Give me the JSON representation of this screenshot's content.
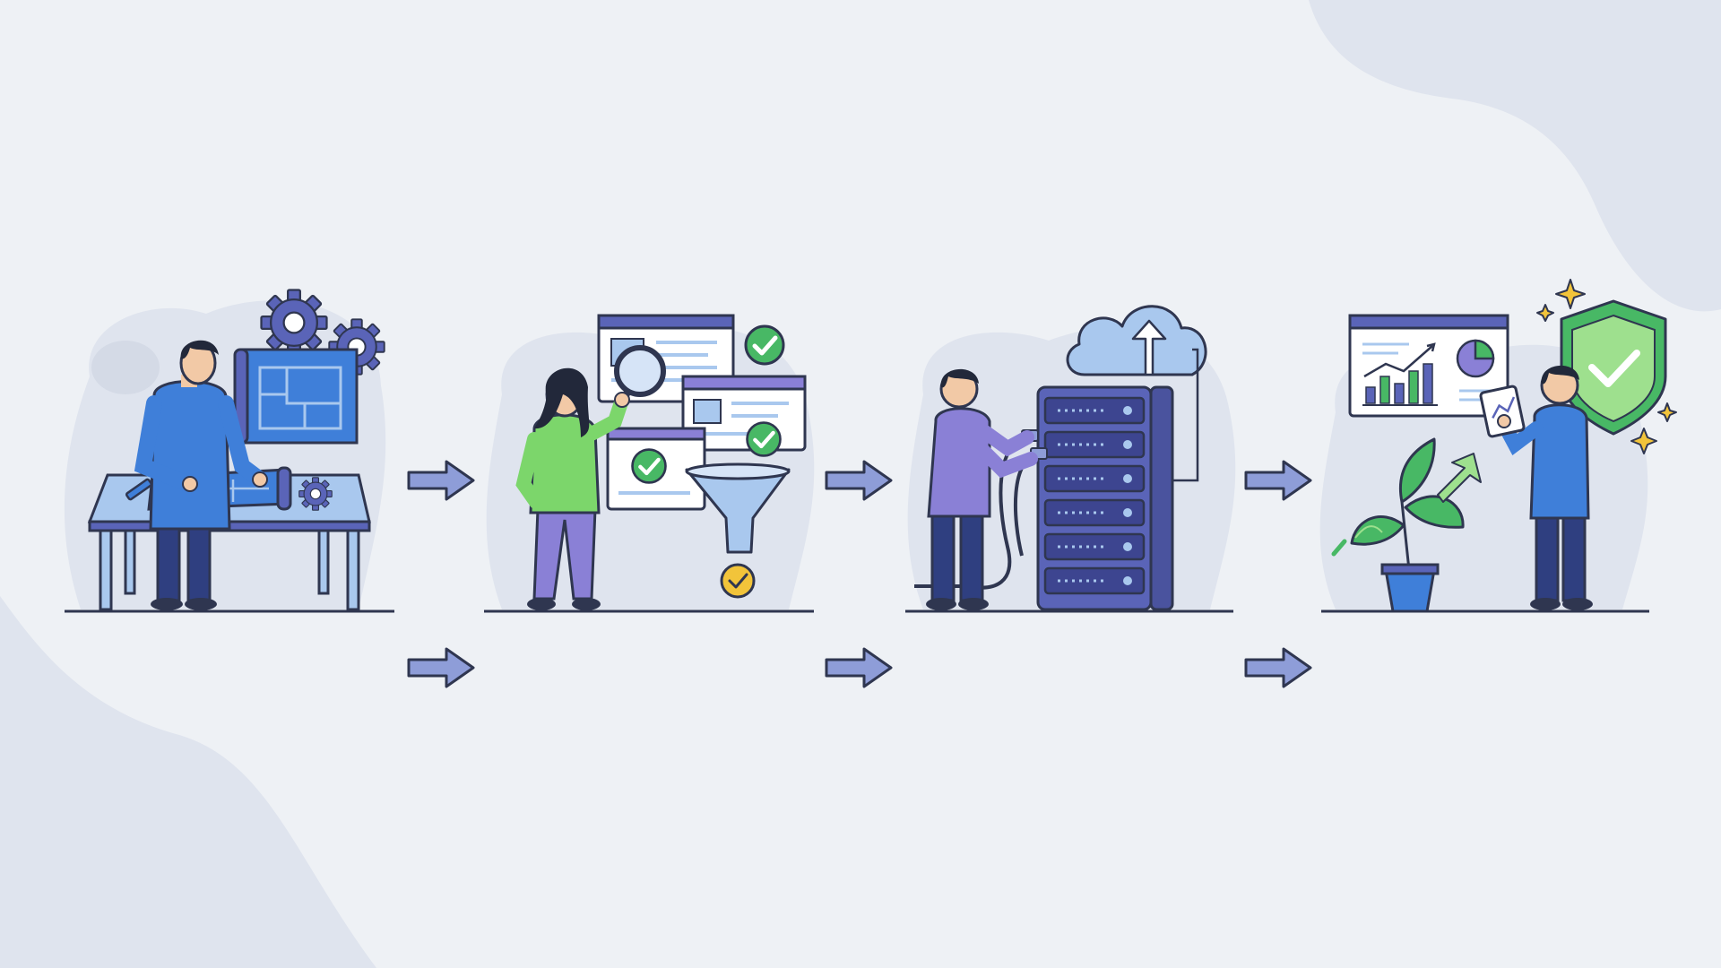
{
  "palette": {
    "background": "#eef1f5",
    "blob": "#dfe4ee",
    "blob_dark": "#d4dae6",
    "outline": "#2f3650",
    "primary_blue": "#3f7fd9",
    "light_blue": "#a9c8ee",
    "indigo": "#5a64b8",
    "purple": "#8a80d6",
    "green": "#48b865",
    "light_green": "#9ee08e",
    "gold": "#f2c43a",
    "skin": "#f2c9a6",
    "hair": "#22283a",
    "arrow_fill": "#8e9dd8",
    "white": "#ffffff"
  },
  "steps": [
    {
      "name": "design-planning",
      "icons": [
        "gear-icon",
        "gear-icon",
        "blueprint-icon",
        "pencil-icon"
      ]
    },
    {
      "name": "review-filtering",
      "icons": [
        "magnifier-icon",
        "check-circle-icon",
        "funnel-icon",
        "browser-window-icon"
      ]
    },
    {
      "name": "deployment",
      "icons": [
        "cloud-upload-icon",
        "server-rack-icon",
        "network-cable-icon"
      ]
    },
    {
      "name": "monitoring-growth",
      "icons": [
        "bar-chart-icon",
        "pie-chart-icon",
        "shield-check-icon",
        "plant-icon",
        "sparkle-icon"
      ]
    }
  ],
  "connectors": {
    "count_per_row": 3,
    "rows": 2,
    "direction": "right"
  }
}
